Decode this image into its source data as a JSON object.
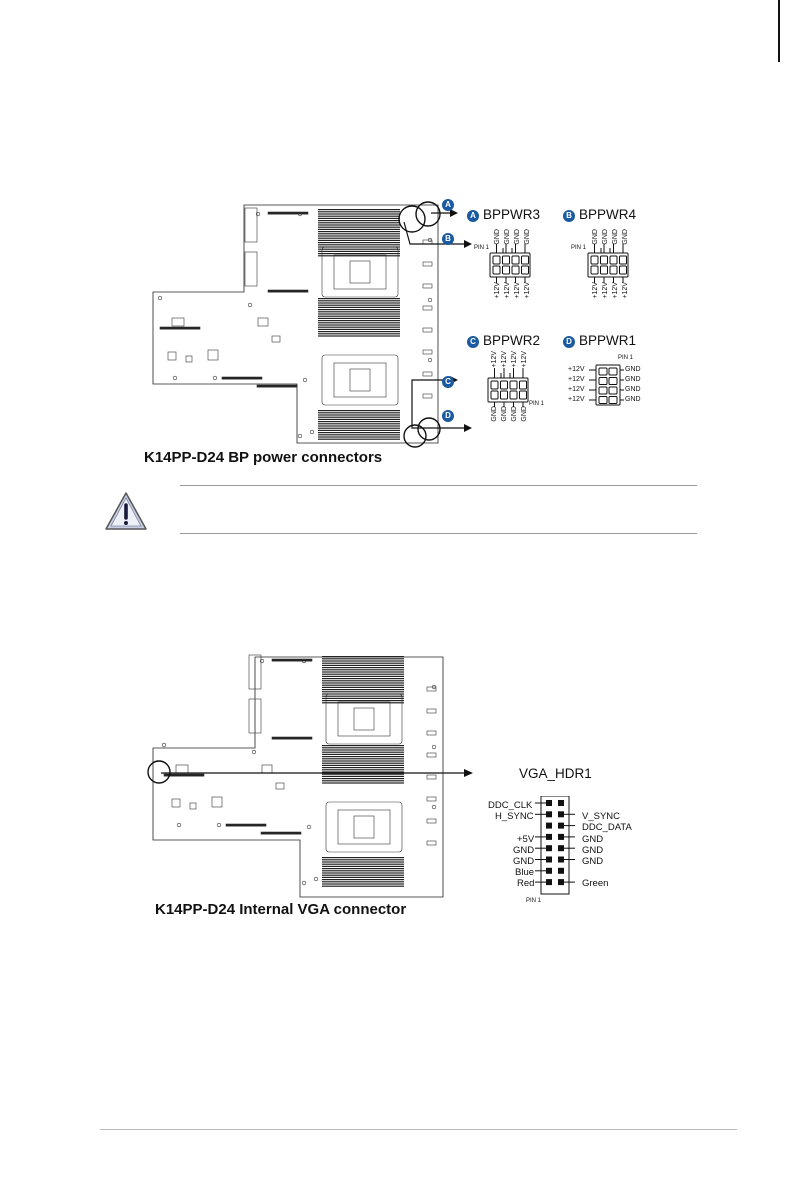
{
  "figure1": {
    "caption": "K14PP-D24 BP power connectors",
    "callouts": [
      "A",
      "B",
      "C",
      "D"
    ],
    "connectors": [
      {
        "badge": "A",
        "name": "BPPWR3",
        "pin1": "PIN 1",
        "top_pins": [
          "GND",
          "GND",
          "GND",
          "GND"
        ],
        "bottom_pins": [
          "+12V",
          "+12V",
          "+12V",
          "+12V"
        ]
      },
      {
        "badge": "B",
        "name": "BPPWR4",
        "pin1": "PIN 1",
        "top_pins": [
          "GND",
          "GND",
          "GND",
          "GND"
        ],
        "bottom_pins": [
          "+12V",
          "+12V",
          "+12V",
          "+12V"
        ]
      },
      {
        "badge": "C",
        "name": "BPPWR2",
        "pin1": "PIN 1",
        "top_pins": [
          "+12V",
          "+12V",
          "+12V",
          "+12V"
        ],
        "bottom_pins": [
          "GND",
          "GND",
          "GND",
          "GND"
        ]
      },
      {
        "badge": "D",
        "name": "BPPWR1",
        "pin1": "PIN 1",
        "left_pins": [
          "+12V",
          "+12V",
          "+12V",
          "+12V"
        ],
        "right_pins": [
          "GND",
          "GND",
          "GND",
          "GND"
        ]
      }
    ]
  },
  "caution": {
    "icon": "warning-triangle-icon"
  },
  "figure2": {
    "caption": "K14PP-D24 Internal VGA connector",
    "connector": {
      "name": "VGA_HDR1",
      "pin1": "PIN 1",
      "left_pins": [
        "DDC_CLK",
        "H_SYNC",
        "",
        "+5V",
        "GND",
        "GND",
        "Blue",
        "Red"
      ],
      "right_pins": [
        "",
        "V_SYNC",
        "DDC_DATA",
        "GND",
        "GND",
        "GND",
        "",
        "Green"
      ]
    }
  },
  "colors": {
    "badge": "#1a5aa0",
    "line": "#111111",
    "rule": "#999999"
  }
}
